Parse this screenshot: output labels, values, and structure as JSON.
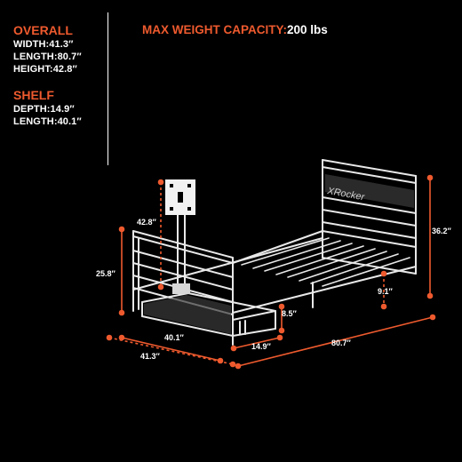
{
  "overall": {
    "heading": "OVERALL",
    "width": "WIDTH:41.3″",
    "length": "LENGTH:80.7″",
    "height": "HEIGHT:42.8″"
  },
  "shelf": {
    "heading": "SHELF",
    "depth": "DEPTH:14.9″",
    "length": "LENGTH:40.1″"
  },
  "capacity": {
    "label": "MAX WEIGHT CAPACITY:",
    "value": "200 lbs"
  },
  "brand": "XRocker",
  "dimensions": {
    "post_height": "42.8″",
    "footboard_height": "25.8″",
    "headboard_height": "36.2″",
    "leg_height": "9.1″",
    "shelf_height": "8.5″",
    "shelf_length": "40.1″",
    "shelf_depth": "14.9″",
    "width": "41.3″",
    "length": "80.7″"
  },
  "colors": {
    "accent": "#ee5a2e",
    "background": "#000000",
    "text": "#ffffff"
  }
}
